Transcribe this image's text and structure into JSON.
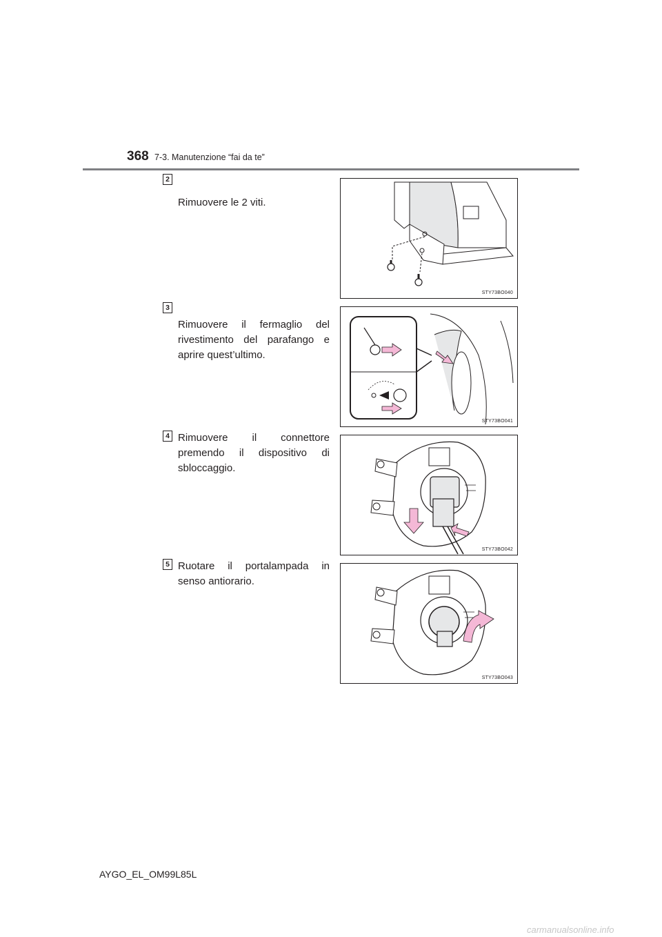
{
  "header": {
    "page_number": "368",
    "section_title": "7-3. Manutenzione “fai da te”"
  },
  "steps": [
    {
      "number": "2",
      "text": "Rimuovere le 2 viti.",
      "figure_code": "STY73BO040"
    },
    {
      "number": "3",
      "text": "Rimuovere il fermaglio del rivestimento del parafango e aprire quest’ultimo.",
      "figure_code": "STY73BO041"
    },
    {
      "number": "4",
      "text": "Rimuovere il connettore premendo il dispositivo di sbloccaggio.",
      "figure_code": "STY73BO042"
    },
    {
      "number": "5",
      "text": "Ruotare il portalampada in senso antiorario.",
      "figure_code": "STY73BO043"
    }
  ],
  "footer": {
    "document_code": "AYGO_EL_OM99L85L"
  },
  "watermark": "carmanualsonline.info",
  "colors": {
    "arrow_fill": "#f4b8d6",
    "rule": "#7f8084",
    "panel": "#e6e7e8"
  }
}
